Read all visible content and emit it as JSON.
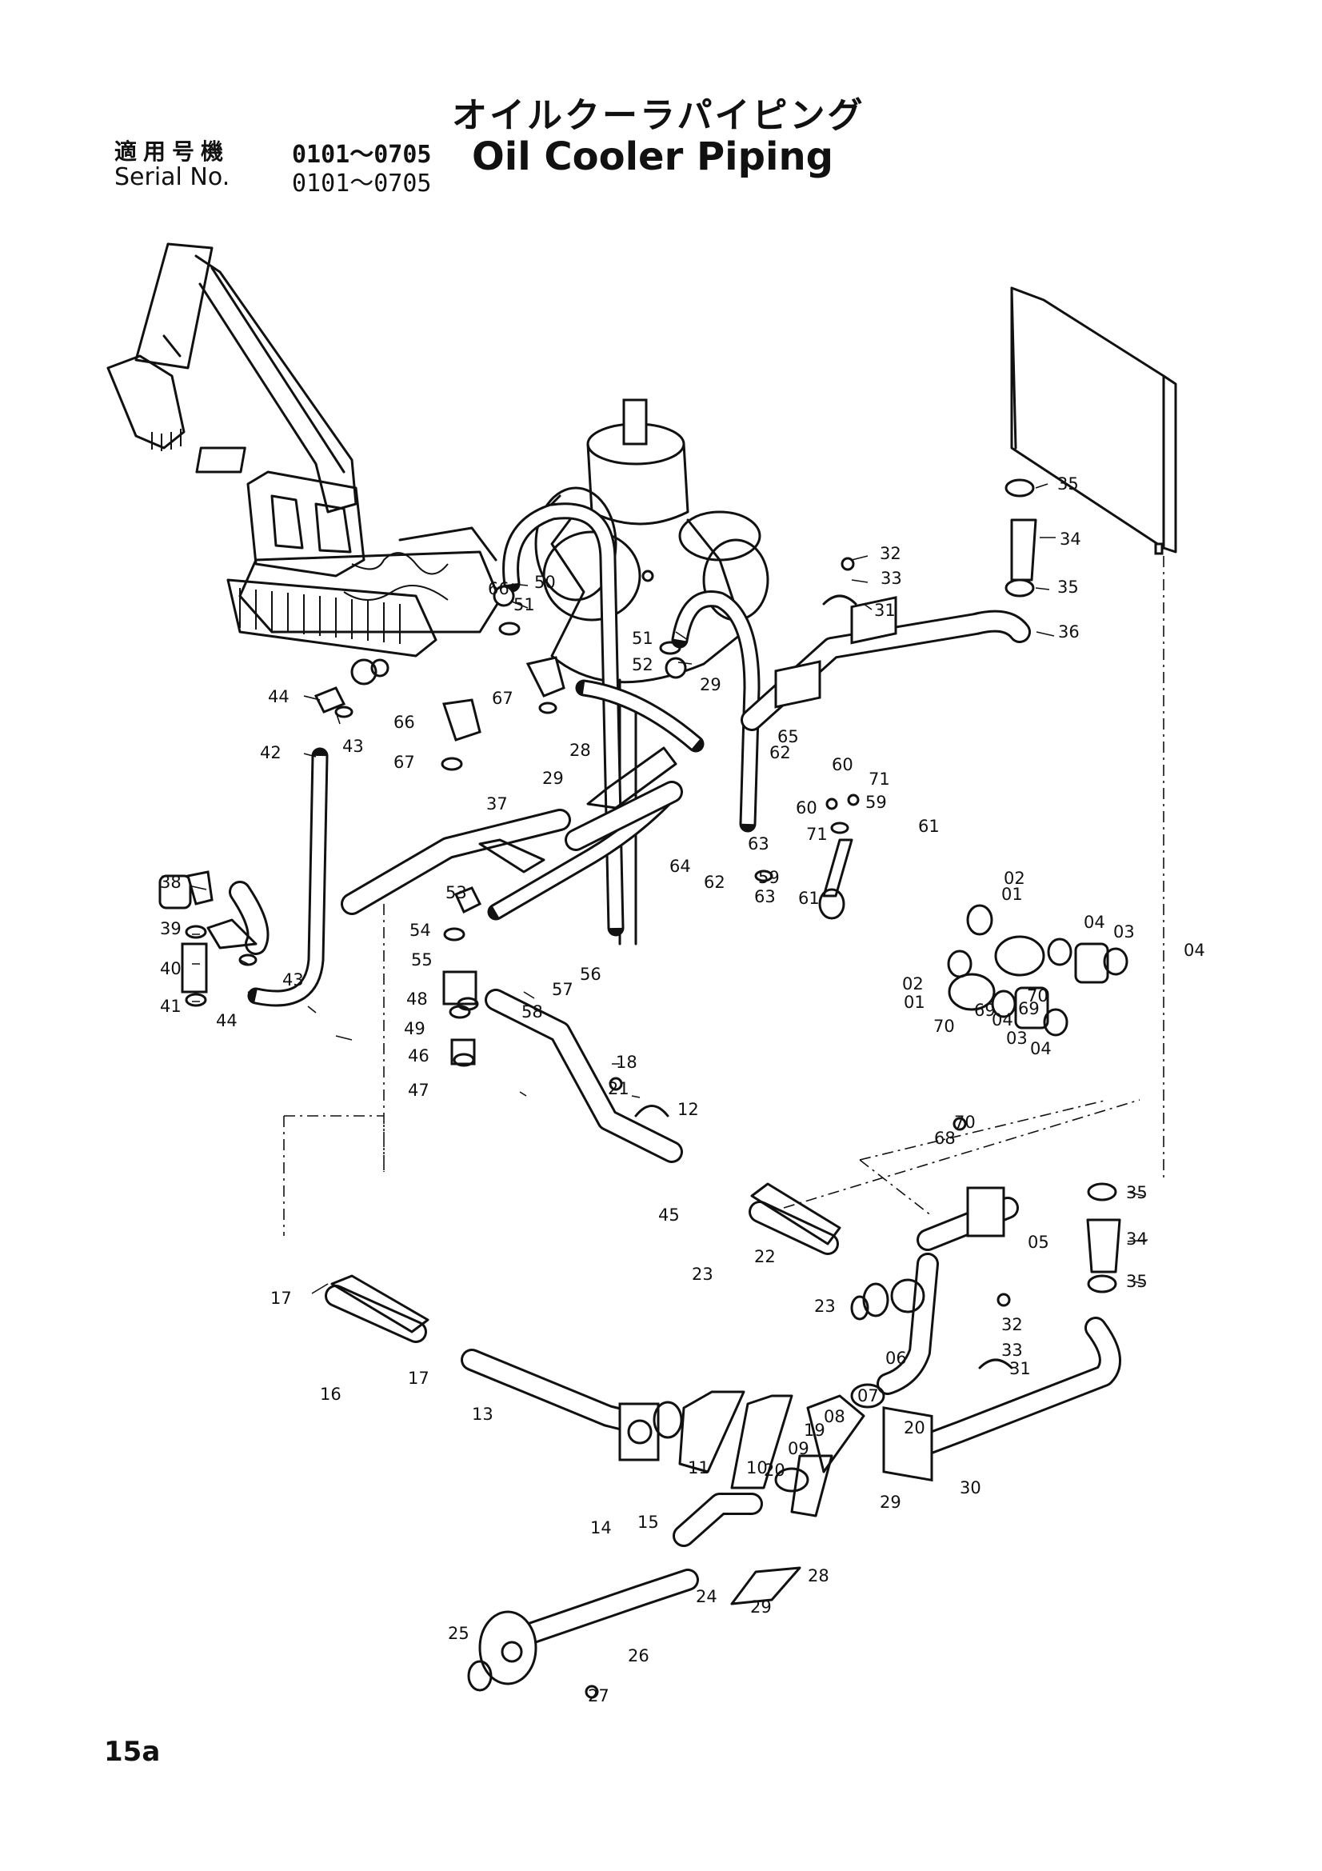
{
  "header": {
    "title_ja": "オイルクーラパイピング",
    "title_en": "Oil Cooler Piping",
    "serial_ja_label": "適用号機",
    "serial_ja_range": "0101～0705",
    "serial_en_label": "Serial No.",
    "serial_en_range": "0101～0705"
  },
  "footer": {
    "page_number": "15a"
  },
  "illustration": {
    "icon": "excavator-icon",
    "components": [
      "hydraulic-pump",
      "oil-cooler",
      "hoses",
      "pipes",
      "clamps",
      "fittings"
    ]
  },
  "callouts": [
    {
      "label": "01"
    },
    {
      "label": "01"
    },
    {
      "label": "02"
    },
    {
      "label": "02"
    },
    {
      "label": "03"
    },
    {
      "label": "03"
    },
    {
      "label": "04"
    },
    {
      "label": "04"
    },
    {
      "label": "04"
    },
    {
      "label": "04"
    },
    {
      "label": "05"
    },
    {
      "label": "06"
    },
    {
      "label": "07"
    },
    {
      "label": "08"
    },
    {
      "label": "09"
    },
    {
      "label": "10"
    },
    {
      "label": "11"
    },
    {
      "label": "12"
    },
    {
      "label": "13"
    },
    {
      "label": "14"
    },
    {
      "label": "15"
    },
    {
      "label": "16"
    },
    {
      "label": "17"
    },
    {
      "label": "17"
    },
    {
      "label": "18"
    },
    {
      "label": "19"
    },
    {
      "label": "20"
    },
    {
      "label": "20"
    },
    {
      "label": "21"
    },
    {
      "label": "22"
    },
    {
      "label": "23"
    },
    {
      "label": "23"
    },
    {
      "label": "24"
    },
    {
      "label": "25"
    },
    {
      "label": "26"
    },
    {
      "label": "27"
    },
    {
      "label": "28"
    },
    {
      "label": "28"
    },
    {
      "label": "29"
    },
    {
      "label": "29"
    },
    {
      "label": "29"
    },
    {
      "label": "29"
    },
    {
      "label": "30"
    },
    {
      "label": "31"
    },
    {
      "label": "31"
    },
    {
      "label": "32"
    },
    {
      "label": "32"
    },
    {
      "label": "33"
    },
    {
      "label": "33"
    },
    {
      "label": "34"
    },
    {
      "label": "34"
    },
    {
      "label": "35"
    },
    {
      "label": "35"
    },
    {
      "label": "35"
    },
    {
      "label": "35"
    },
    {
      "label": "36"
    },
    {
      "label": "37"
    },
    {
      "label": "38"
    },
    {
      "label": "39"
    },
    {
      "label": "40"
    },
    {
      "label": "41"
    },
    {
      "label": "42"
    },
    {
      "label": "43"
    },
    {
      "label": "43"
    },
    {
      "label": "44"
    },
    {
      "label": "44"
    },
    {
      "label": "45"
    },
    {
      "label": "46"
    },
    {
      "label": "47"
    },
    {
      "label": "48"
    },
    {
      "label": "49"
    },
    {
      "label": "50"
    },
    {
      "label": "51"
    },
    {
      "label": "51"
    },
    {
      "label": "52"
    },
    {
      "label": "53"
    },
    {
      "label": "54"
    },
    {
      "label": "55"
    },
    {
      "label": "56"
    },
    {
      "label": "57"
    },
    {
      "label": "58"
    },
    {
      "label": "59"
    },
    {
      "label": "59"
    },
    {
      "label": "60"
    },
    {
      "label": "60"
    },
    {
      "label": "61"
    },
    {
      "label": "61"
    },
    {
      "label": "62"
    },
    {
      "label": "62"
    },
    {
      "label": "63"
    },
    {
      "label": "63"
    },
    {
      "label": "64"
    },
    {
      "label": "65"
    },
    {
      "label": "66"
    },
    {
      "label": "66"
    },
    {
      "label": "67"
    },
    {
      "label": "67"
    },
    {
      "label": "68"
    },
    {
      "label": "69"
    },
    {
      "label": "69"
    },
    {
      "label": "70"
    },
    {
      "label": "70"
    },
    {
      "label": "70"
    },
    {
      "label": "71"
    },
    {
      "label": "71"
    }
  ]
}
